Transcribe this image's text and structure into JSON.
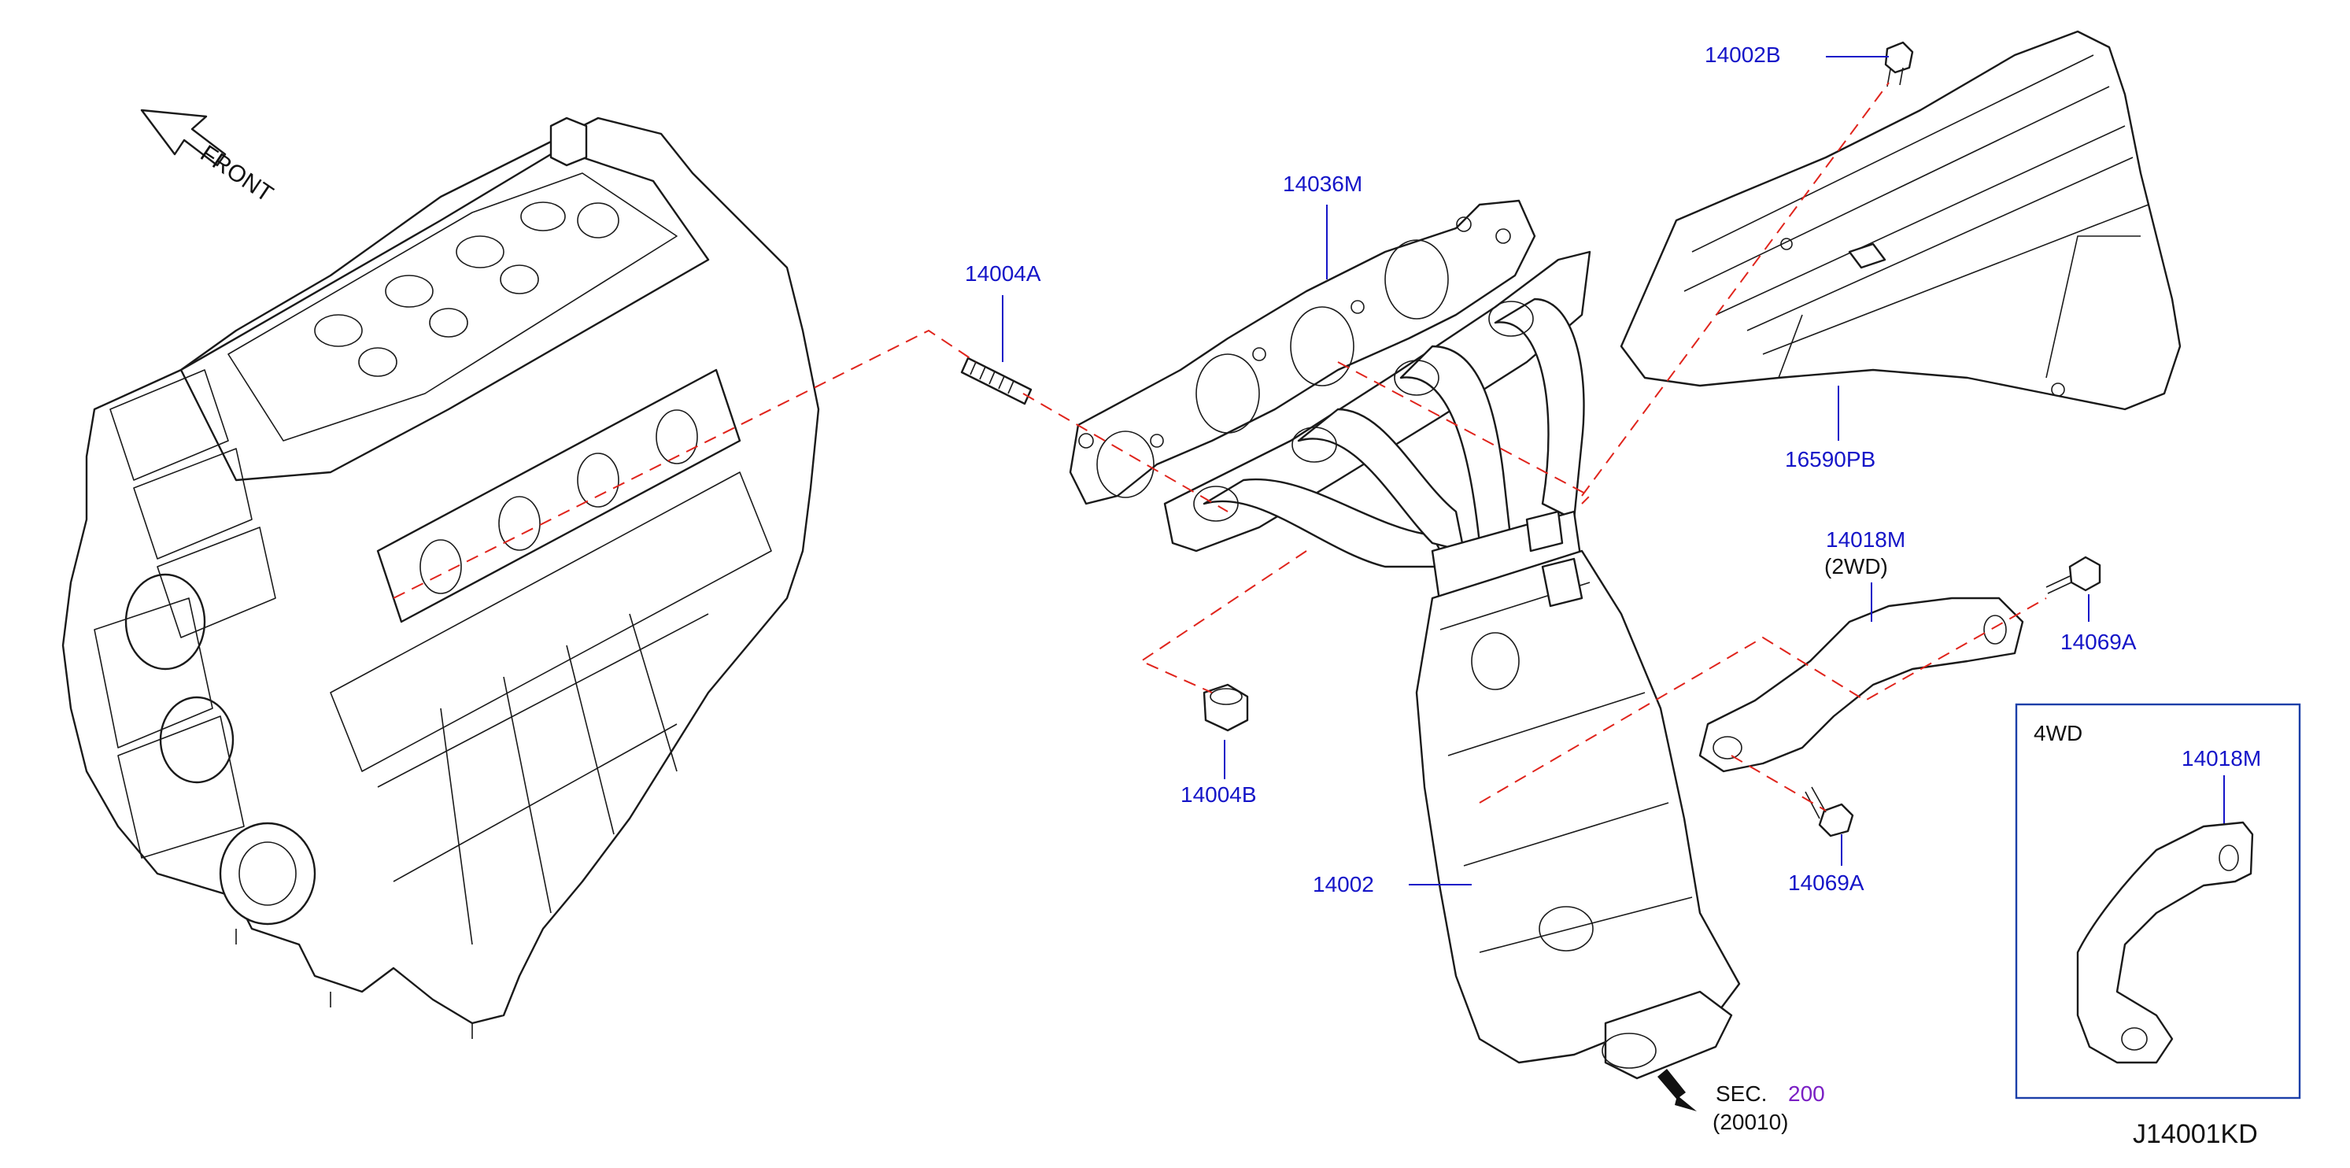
{
  "diagram": {
    "front_label": "FRONT",
    "part_labels": {
      "p14002B": "14002B",
      "p14036M": "14036M",
      "p14004A": "14004A",
      "p14004B": "14004B",
      "p16590PB": "16590PB",
      "p14018M_2wd": "14018M",
      "note_2wd": "(2WD)",
      "p14069A_top": "14069A",
      "p14069A_bottom": "14069A",
      "p14002": "14002",
      "inset_title": "4WD",
      "p14018M_4wd": "14018M"
    },
    "section_ref": {
      "prefix": "SEC.",
      "number": "200",
      "sub": "(20010)"
    },
    "diagram_id": "J14001KD"
  },
  "colors": {
    "label_blue": "#1515c8",
    "section_purple": "#7a1fc4",
    "guide_red": "#e0241c",
    "line_black": "#1a1a1a",
    "inset_border": "#1b3fa8"
  }
}
